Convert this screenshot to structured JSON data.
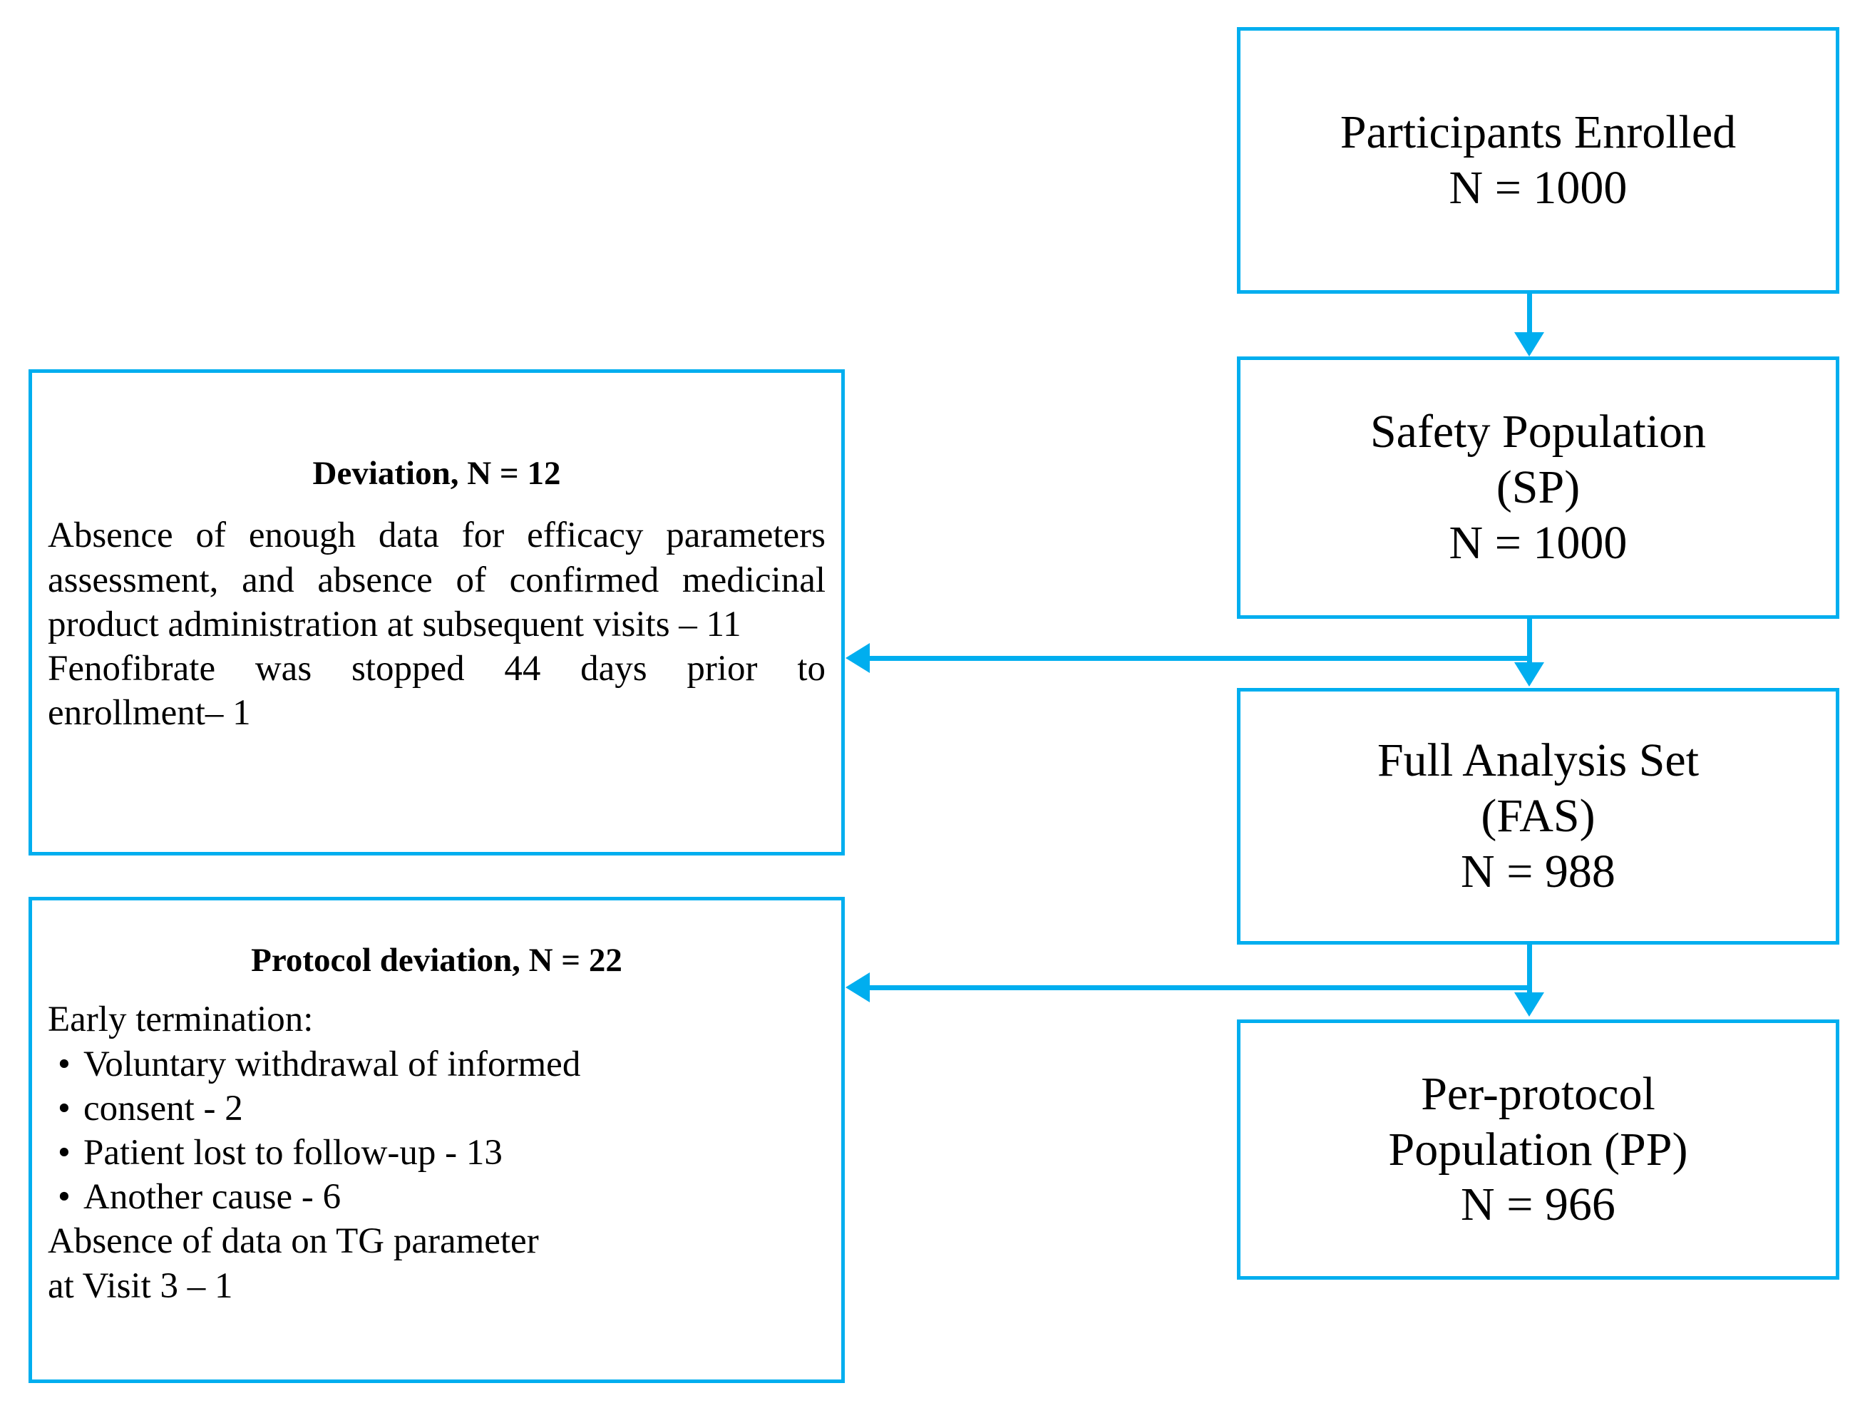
{
  "diagram": {
    "title": "Participant flow diagram",
    "accent_color": "#00aeef",
    "text_color": "#000000",
    "background_color": "#ffffff"
  },
  "nodes": {
    "enrolled": {
      "lines": [
        "Participants Enrolled",
        "N = 1000"
      ]
    },
    "safety_population": {
      "lines": [
        "Safety Population",
        "(SP)",
        "N = 1000"
      ]
    },
    "full_analysis_set": {
      "lines": [
        "Full Analysis Set",
        "(FAS)",
        "N = 988"
      ]
    },
    "per_protocol": {
      "lines": [
        "Per-protocol",
        "Population (PP)",
        "N = 966"
      ]
    },
    "deviation": {
      "heading": "Deviation, N = 12",
      "paragraphs": [
        "Absence of enough data for efficacy parameters assessment, and absence of confirmed medicinal product administration at subsequent visits – 11",
        "Fenofibrate was stopped 44 days prior to enrollment– 1"
      ]
    },
    "protocol_deviation": {
      "heading": "Protocol deviation, N = 22",
      "intro": "Early termination:",
      "bullets": [
        "Voluntary withdrawal of informed",
        "consent - 2",
        "Patient lost to follow-up - 13",
        "Another cause - 6"
      ],
      "footer_lines": [
        "Absence of data on TG parameter",
        "at Visit 3 – 1"
      ]
    }
  },
  "connectors": [
    {
      "id": "enrolled-to-safety-population",
      "from": "enrolled",
      "to": "safety_population",
      "direction": "down"
    },
    {
      "id": "safety-population-to-full-analysis-set",
      "from": "safety_population",
      "to": "full_analysis_set",
      "direction": "down"
    },
    {
      "id": "full-analysis-set-to-per-protocol",
      "from": "full_analysis_set",
      "to": "per_protocol",
      "direction": "down"
    },
    {
      "id": "safety-population-to-deviation",
      "from": "safety_population",
      "to": "deviation",
      "direction": "left"
    },
    {
      "id": "full-analysis-set-to-protocol-deviation",
      "from": "full_analysis_set",
      "to": "protocol_deviation",
      "direction": "left"
    }
  ]
}
